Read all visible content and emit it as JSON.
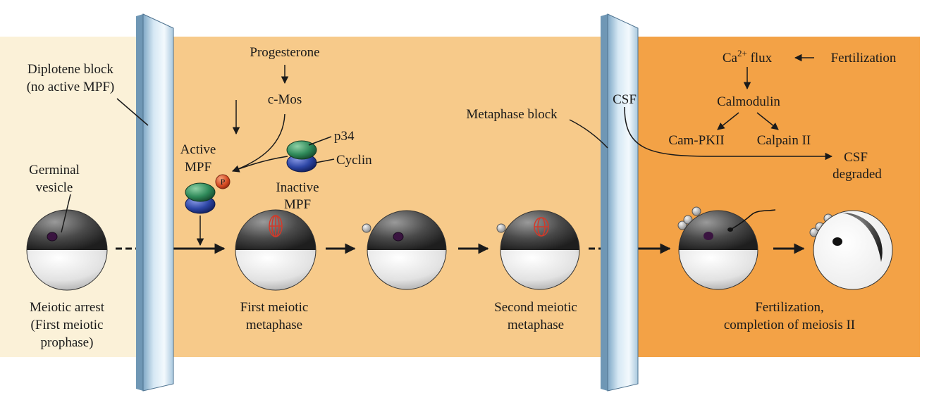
{
  "colors": {
    "panel_left": "#fbf1d8",
    "panel_middle": "#f7ca8a",
    "panel_right": "#f3a246",
    "block_glass": "#b9d6ea",
    "mpf_p34": "#2f8a5a",
    "mpf_cyclin": "#2d46a5",
    "phosphate": "#d2451e",
    "spindle": "#d23a2a",
    "nucleus": "#3a1440",
    "egg_top_dark": "#2c2c2c",
    "egg_bottom_light": "#e6e6e6",
    "arrow": "#1a1a1a"
  },
  "labels": {
    "diplotene_1": "Diplotene block",
    "diplotene_2": "(no active MPF)",
    "germinal_1": "Germinal",
    "germinal_2": "vesicle",
    "meiotic_arrest_1": "Meiotic arrest",
    "meiotic_arrest_2": "(First meiotic",
    "meiotic_arrest_3": "prophase)",
    "progesterone": "Progesterone",
    "cmos": "c-Mos",
    "active_mpf_1": "Active",
    "active_mpf_2": "MPF",
    "phosphate": "P",
    "p34": "p34",
    "cyclin": "Cyclin",
    "inactive_mpf_1": "Inactive",
    "inactive_mpf_2": "MPF",
    "first_meta_1": "First meiotic",
    "first_meta_2": "metaphase",
    "second_meta_1": "Second meiotic",
    "second_meta_2": "metaphase",
    "metaphase_block": "Metaphase block",
    "csf": "CSF",
    "ca_prefix": "Ca",
    "ca_sup": "2+",
    "ca_suffix": " flux",
    "fertilization": "Fertilization",
    "calmodulin": "Calmodulin",
    "campkii": "Cam-PKII",
    "calpain": "Calpain II",
    "csf_degraded_1": "CSF",
    "csf_degraded_2": "degraded",
    "fert_complete_1": "Fertilization,",
    "fert_complete_2": "completion of meiosis II"
  }
}
